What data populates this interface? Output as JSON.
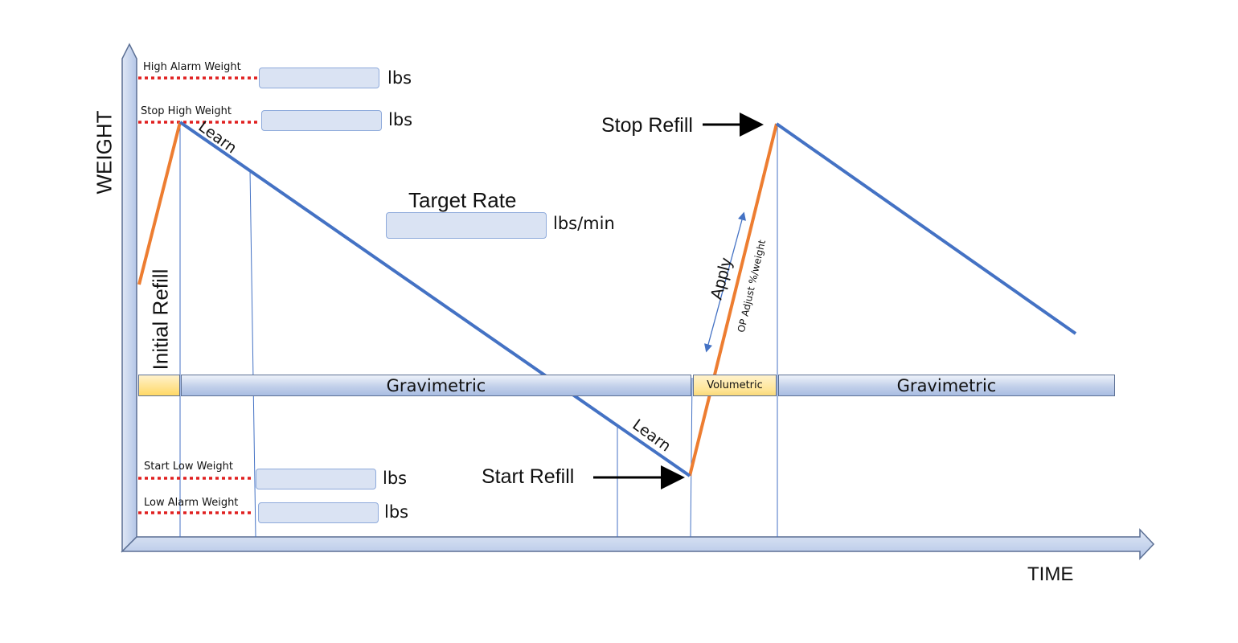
{
  "axes": {
    "y_label": "WEIGHT",
    "x_label": "TIME"
  },
  "thresholds": {
    "high_alarm": {
      "label": "High Alarm Weight",
      "unit": "lbs",
      "value": ""
    },
    "stop_high": {
      "label": "Stop High Weight",
      "unit": "lbs",
      "value": ""
    },
    "start_low": {
      "label": "Start Low Weight",
      "unit": "lbs",
      "value": ""
    },
    "low_alarm": {
      "label": "Low Alarm Weight",
      "unit": "lbs",
      "value": ""
    }
  },
  "target_rate": {
    "label": "Target Rate",
    "unit": "lbs/min",
    "value": ""
  },
  "annotations": {
    "initial_refill": "Initial Refill",
    "learn_top": "Learn",
    "learn_bottom": "Learn",
    "stop_refill": "Stop Refill",
    "start_refill": "Start Refill",
    "apply": "Apply",
    "op_adjust": "OP Adjust %/weight"
  },
  "modes": {
    "gravimetric_1": "Gravimetric",
    "volumetric": "Volumetric",
    "gravimetric_2": "Gravimetric"
  },
  "colors": {
    "discharge_line": "#4472c4",
    "refill_line": "#ed7d31",
    "threshold_dash": "#e02020",
    "axis_fill": "#c5d3ec"
  }
}
